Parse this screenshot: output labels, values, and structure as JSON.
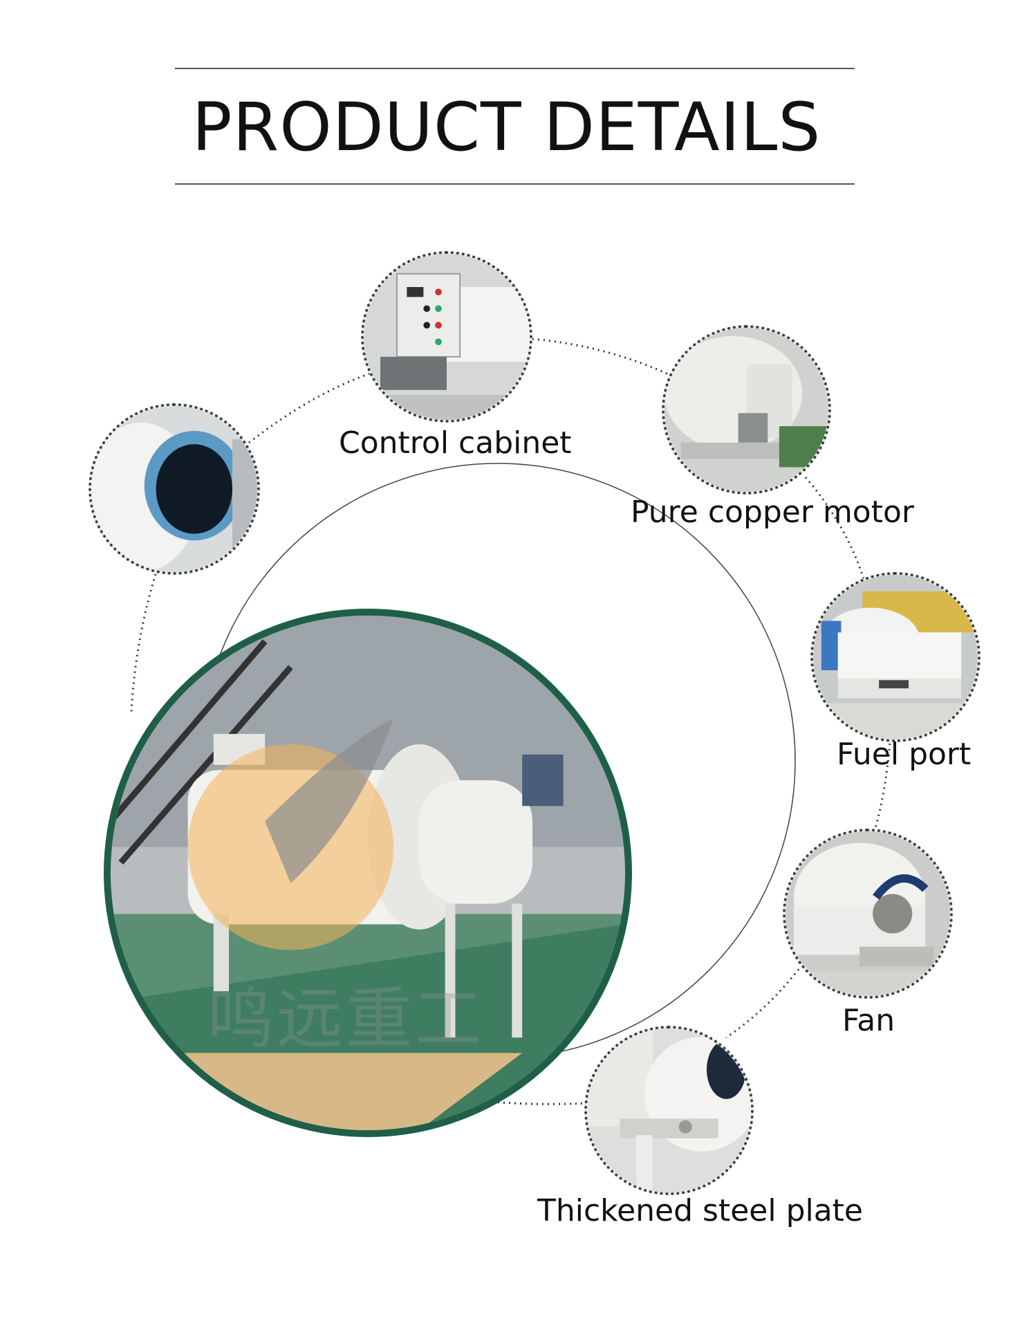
{
  "header": {
    "title": "PRODUCT DETAILS"
  },
  "watermark": {
    "text": "鸣远重工"
  },
  "parts": [
    {
      "label": "Control cabinet",
      "icon": "control-cabinet-photo"
    },
    {
      "label": "Pure copper motor",
      "icon": "motor-photo"
    },
    {
      "label": "Fuel port",
      "icon": "fuel-port-photo"
    },
    {
      "label": "Fan",
      "icon": "fan-photo"
    },
    {
      "label": "Thickened steel plate",
      "icon": "steel-plate-photo"
    },
    {
      "label": "",
      "icon": "drum-outlet-photo"
    }
  ],
  "colors": {
    "accent_green": "#1f5f48",
    "logo_orange": "#f4b35a",
    "machine_white": "#f2f2ef"
  }
}
